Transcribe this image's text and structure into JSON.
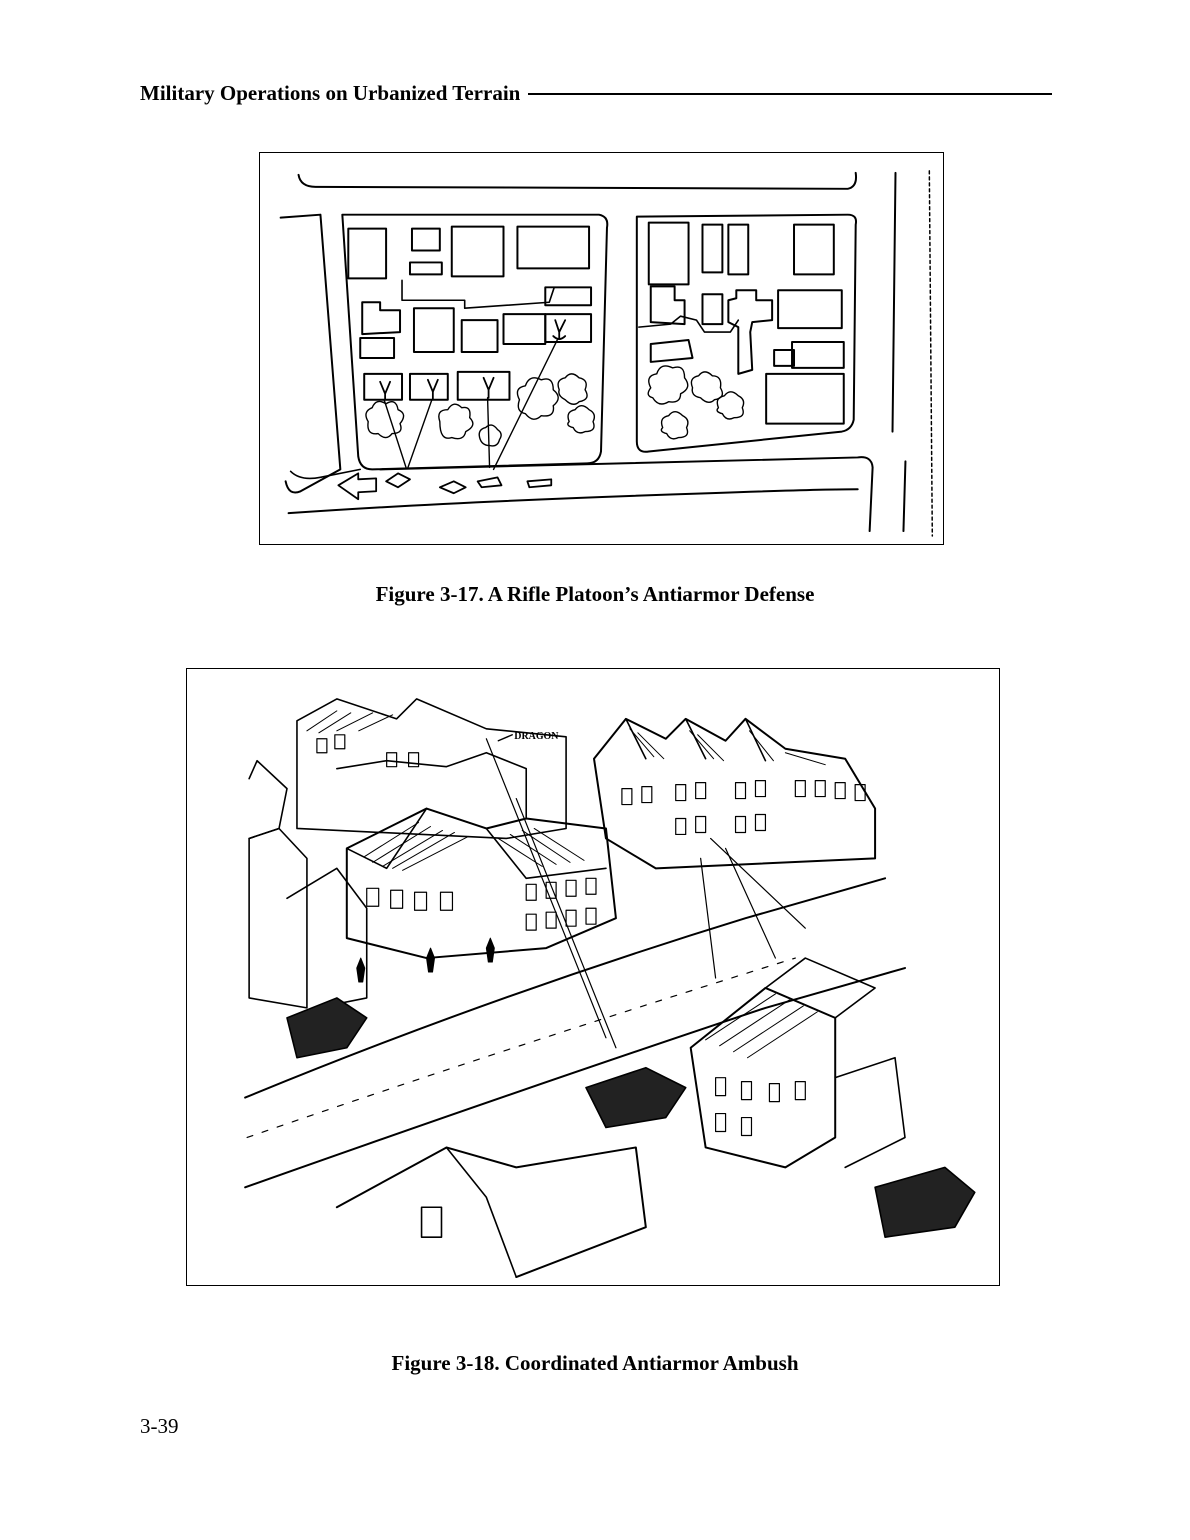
{
  "header": {
    "running_title": "Military Operations on Urbanized Terrain"
  },
  "figures": [
    {
      "caption": "Figure 3-17. A Rifle Platoon’s Antiarmor Defense",
      "illustration": "urban-block-map"
    },
    {
      "caption": "Figure 3-18. Coordinated Antiarmor Ambush",
      "illustration": "street-ambush-drawing",
      "labels": {
        "weapon_label": "DRAGON"
      }
    }
  ],
  "footer": {
    "page_number": "3-39"
  }
}
